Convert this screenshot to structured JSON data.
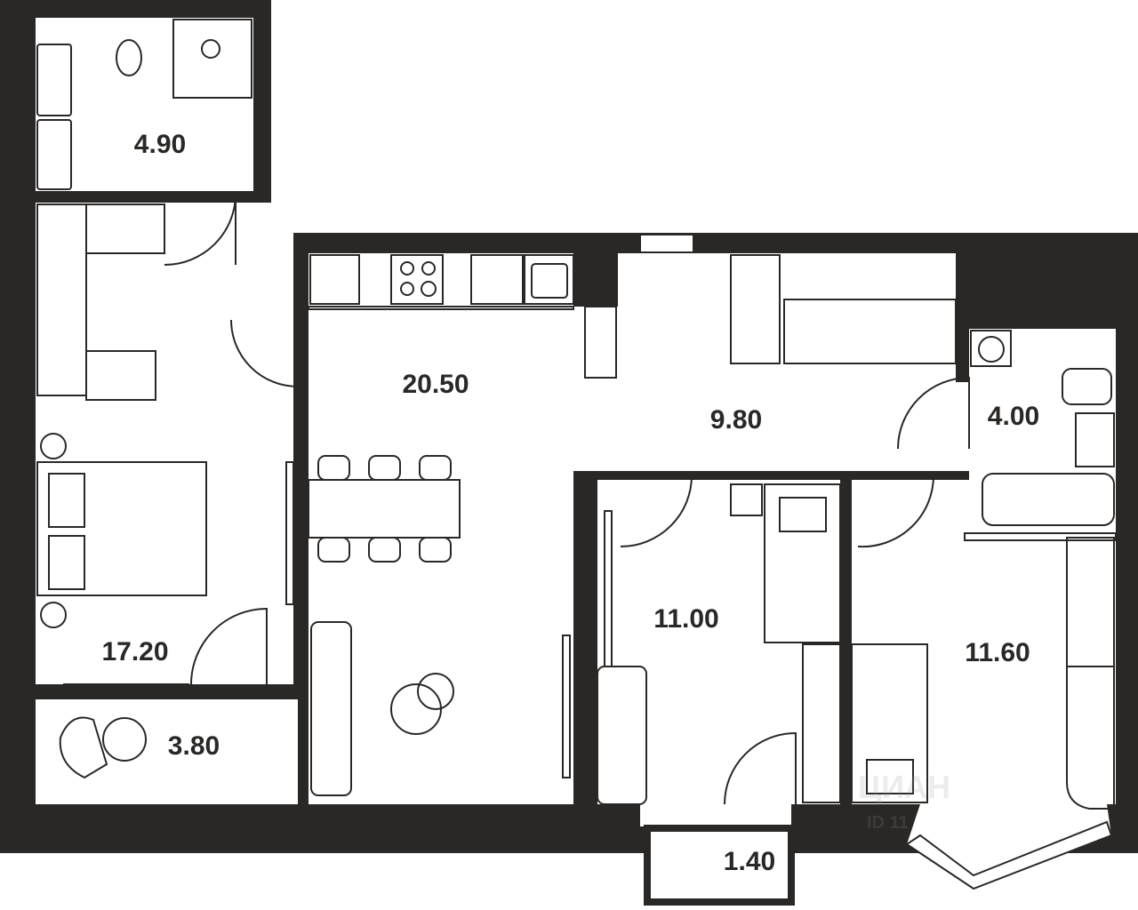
{
  "colors": {
    "wall": "#2a2827",
    "floor": "#ffffff",
    "line": "#2a2827"
  },
  "rooms": [
    {
      "name": "bathroom-1",
      "area": "4.90"
    },
    {
      "name": "bedroom",
      "area": "17.20"
    },
    {
      "name": "balcony-1",
      "area": "3.80"
    },
    {
      "name": "kitchen-living",
      "area": "20.50"
    },
    {
      "name": "hallway",
      "area": "9.80"
    },
    {
      "name": "bathroom-2",
      "area": "4.00"
    },
    {
      "name": "room-1",
      "area": "11.00"
    },
    {
      "name": "room-2",
      "area": "11.60"
    },
    {
      "name": "balcony-2",
      "area": "1.40"
    }
  ],
  "watermark": {
    "brand": "ЦИАН",
    "id": "ID 11"
  }
}
